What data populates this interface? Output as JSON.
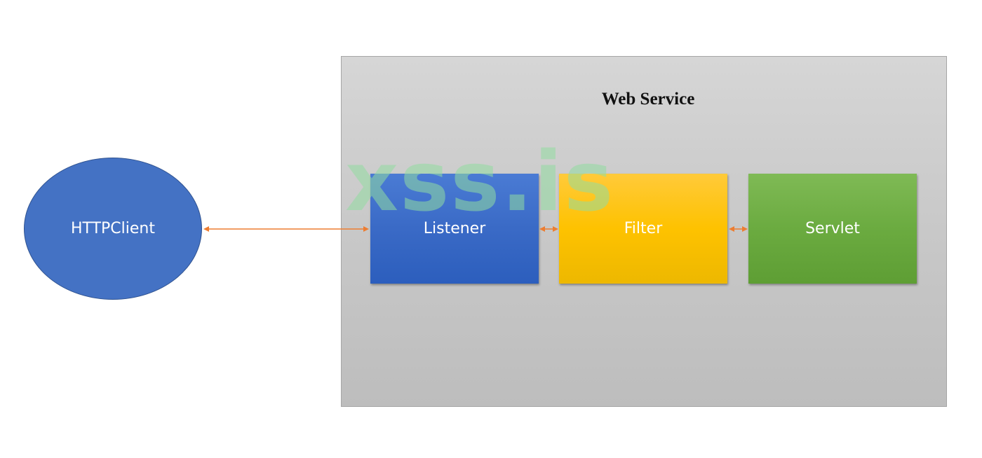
{
  "container": {
    "title": "Web Service"
  },
  "nodes": {
    "client": "HTTPClient",
    "listener": "Listener",
    "filter": "Filter",
    "servlet": "Servlet"
  },
  "watermark": "xss.is",
  "colors": {
    "client": "#4472c4",
    "listener": "#3a6ac6",
    "filter": "#fec200",
    "servlet": "#6bab40",
    "connector": "#ed7d31",
    "container": "#c8c8c8"
  }
}
